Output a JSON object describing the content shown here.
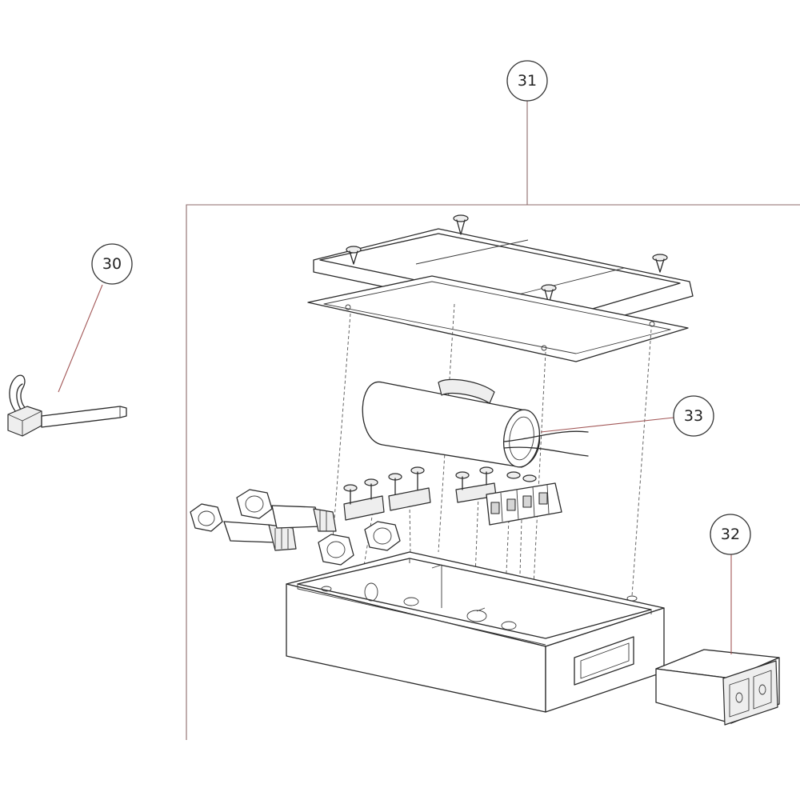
{
  "callouts": [
    {
      "id": "30",
      "label": "30"
    },
    {
      "id": "31",
      "label": "31"
    },
    {
      "id": "32",
      "label": "32"
    },
    {
      "id": "33",
      "label": "33"
    }
  ],
  "colors": {
    "line": "#2a2a2a",
    "leader": "#a25757",
    "frame": "#8c6a6a",
    "background": "#ffffff"
  }
}
